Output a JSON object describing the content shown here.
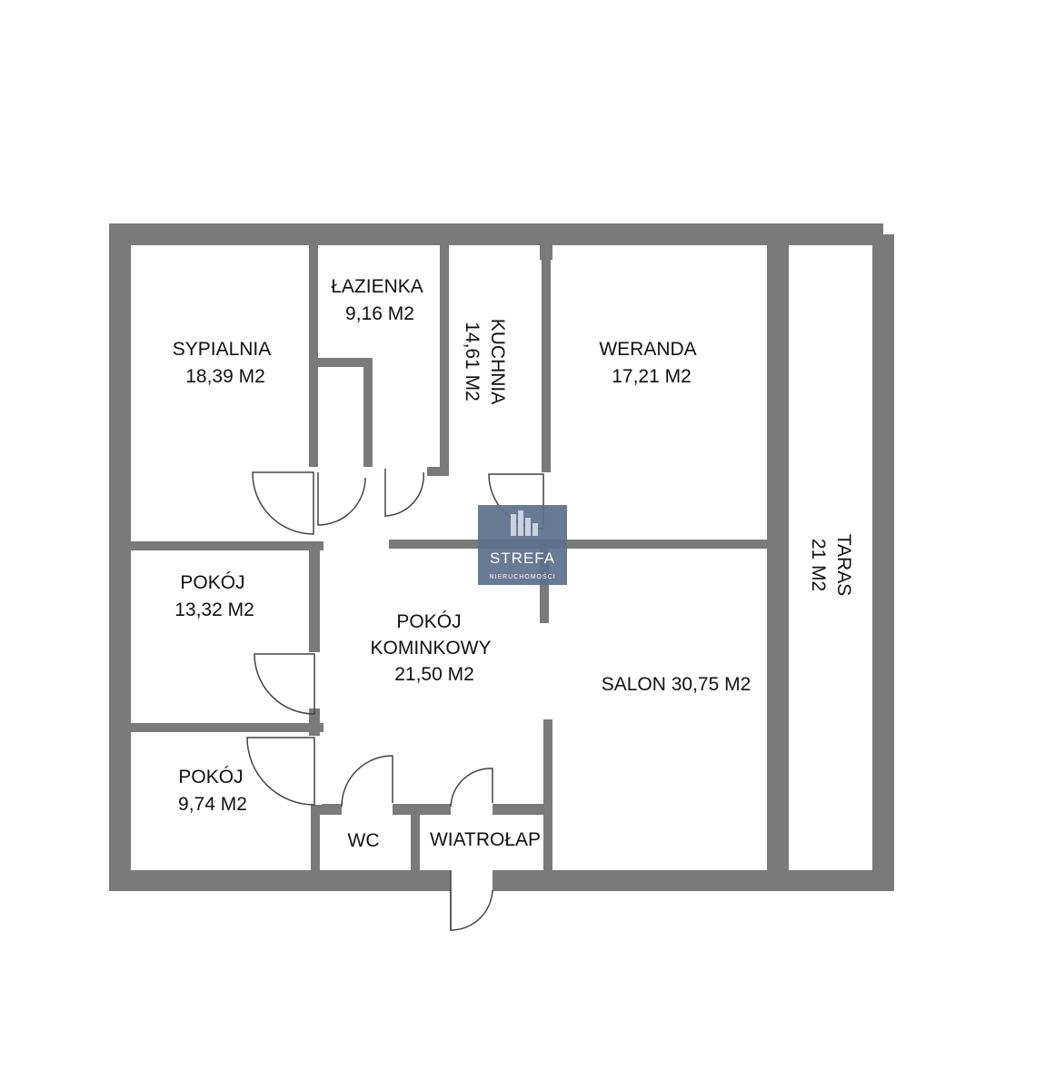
{
  "plan": {
    "wall_color": "#7a7a7a",
    "rooms": {
      "sypialnia": {
        "name": "SYPIALNIA",
        "area": "18,39 M2"
      },
      "lazienka": {
        "name": "ŁAZIENKA",
        "area": "9,16 M2"
      },
      "kuchnia": {
        "name": "KUCHNIA",
        "area": "14,61 M2"
      },
      "weranda": {
        "name": "WERANDA",
        "area": "17,21 M2"
      },
      "taras": {
        "name": "TARAS",
        "area": "21 M2"
      },
      "pokoj1": {
        "name": "POKÓJ",
        "area": "13,32 M2"
      },
      "kominkowy": {
        "name1": "POKÓJ",
        "name2": "KOMINKOWY",
        "area": "21,50 M2"
      },
      "salon": {
        "label": "SALON 30,75 M2"
      },
      "pokoj2": {
        "name": "POKÓJ",
        "area": "9,74 M2"
      },
      "wc": {
        "name": "WC"
      },
      "wiatrolap": {
        "name": "WIATROŁAP"
      }
    }
  },
  "logo": {
    "name": "STREFA",
    "tagline": "NIERUCHOMOŚCI",
    "background": "#5c6f8c",
    "icon": "buildings-icon"
  }
}
